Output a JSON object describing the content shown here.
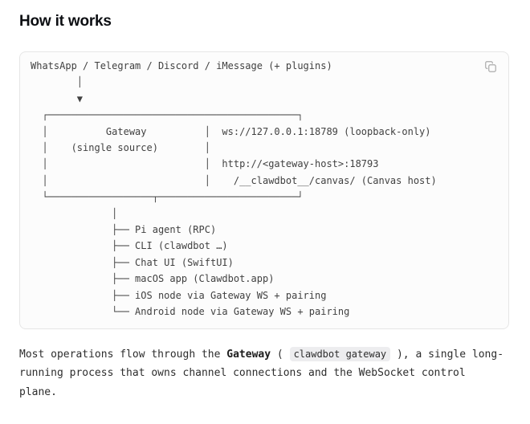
{
  "page": {
    "heading": "How it works"
  },
  "code_block": {
    "copy_icon": "copy-icon",
    "ascii_lines": [
      "WhatsApp / Telegram / Discord / iMessage (+ plugins)",
      "        │",
      "        ▼",
      "  ┌───────────────────────────────────────────┐",
      "  │          Gateway          │  ws://127.0.0.1:18789 (loopback-only)",
      "  │    (single source)        │",
      "  │                           │  http://<gateway-host>:18793",
      "  │                           │    /__clawdbot__/canvas/ (Canvas host)",
      "  └──────────────────┬────────────────────────┘",
      "              │",
      "              ├── Pi agent (RPC)",
      "              ├── CLI (clawdbot …)",
      "              ├── Chat UI (SwiftUI)",
      "              ├── macOS app (Clawdbot.app)",
      "              ├── iOS node via Gateway WS + pairing",
      "              └── Android node via Gateway WS + pairing"
    ]
  },
  "paragraph": {
    "part1": "Most operations flow through the ",
    "bold": "Gateway",
    "part2": " ( ",
    "code": "clawdbot gateway",
    "part3": " ), a single long-running process that owns channel connections and the WebSocket control plane."
  }
}
